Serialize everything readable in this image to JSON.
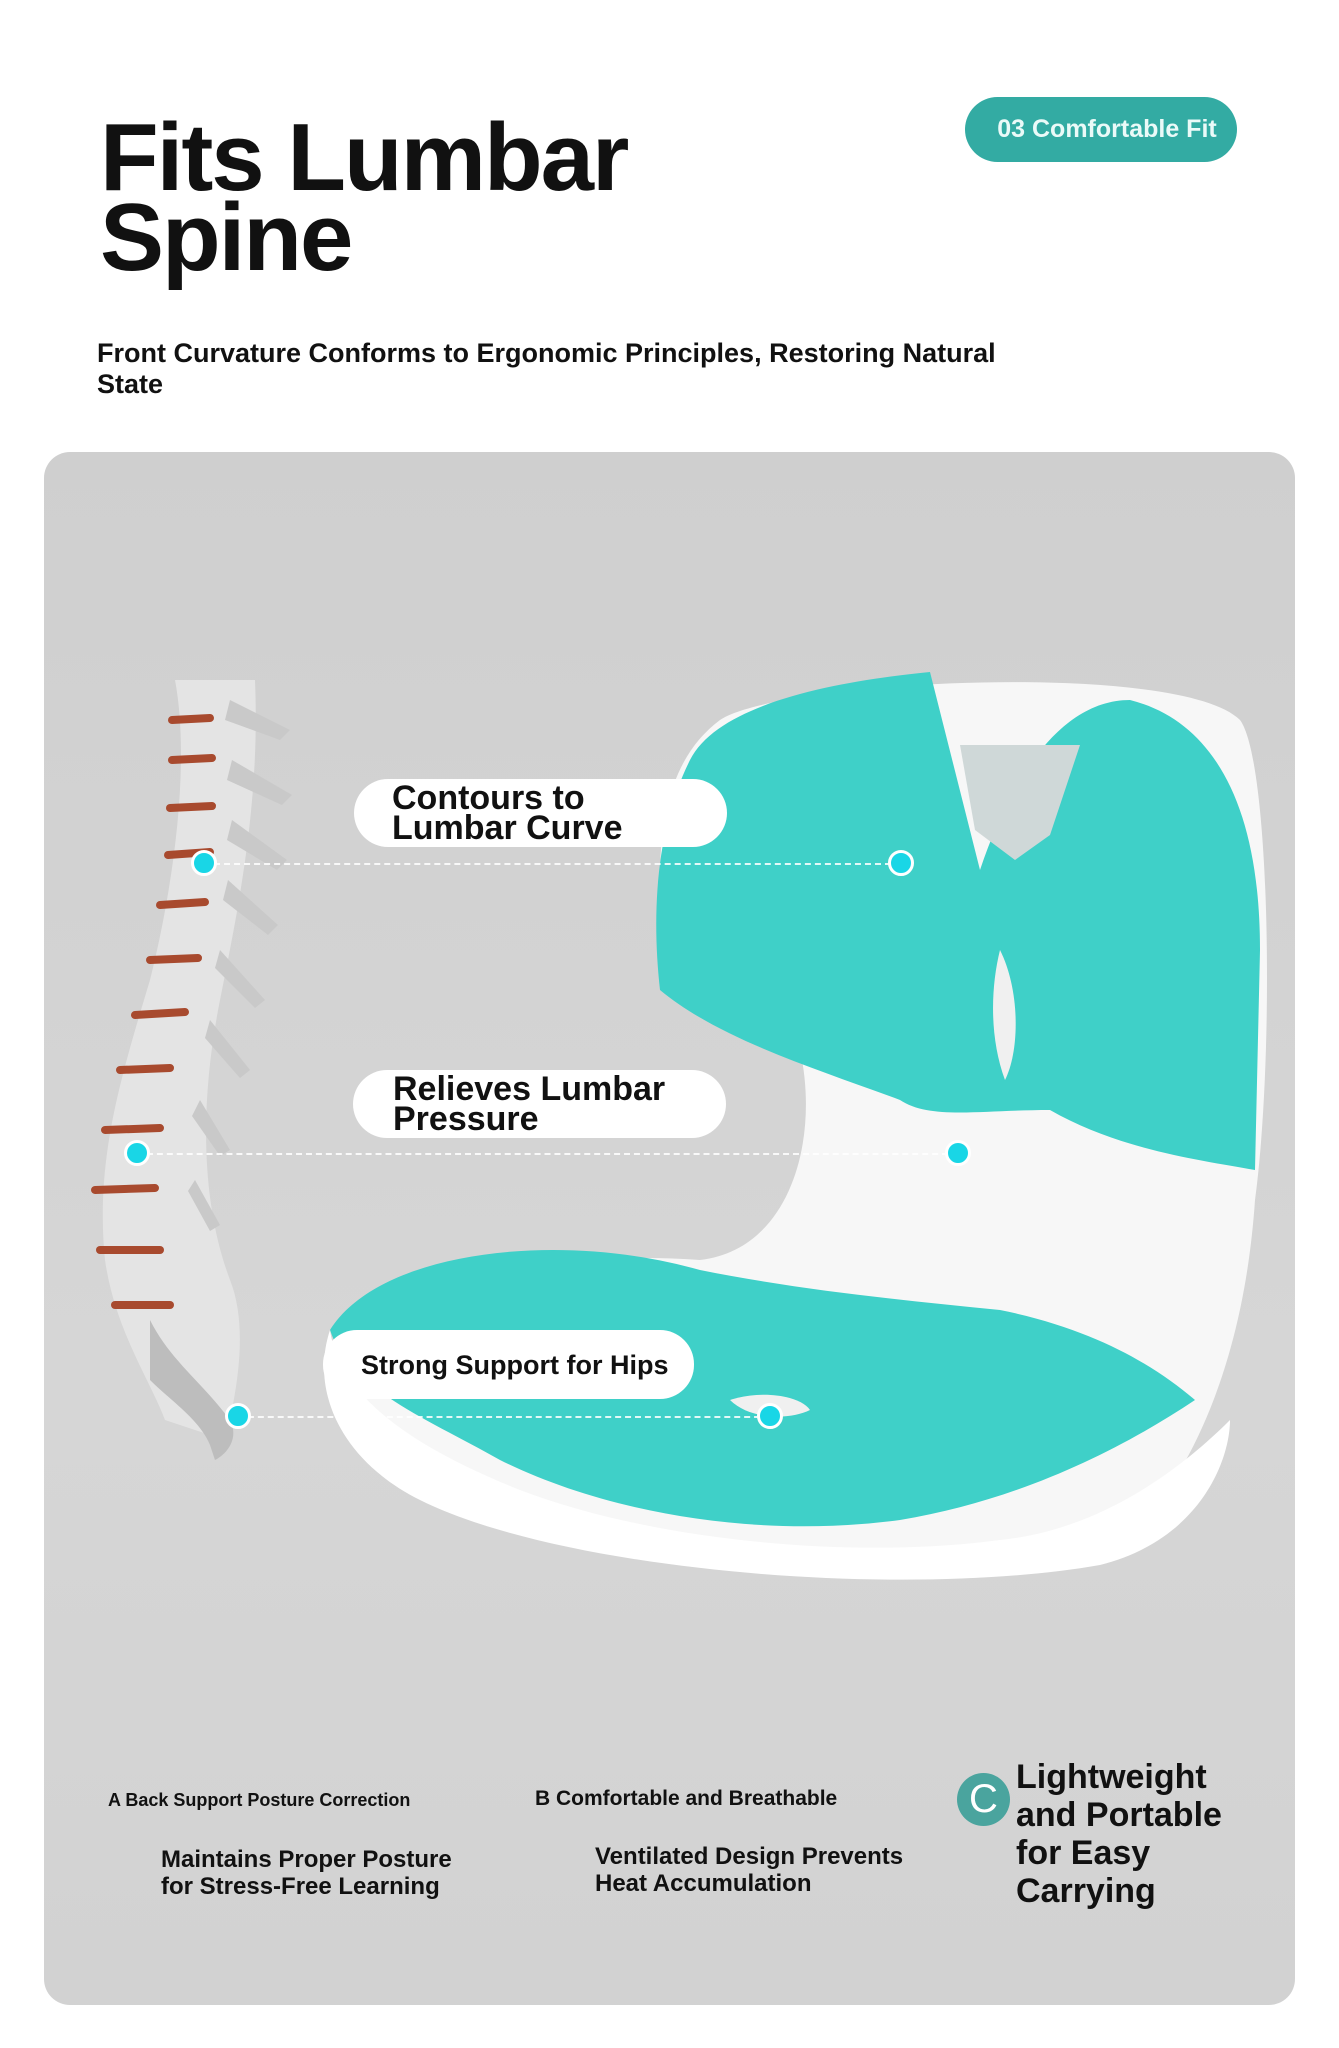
{
  "header": {
    "title_line1": "Fits Lumbar",
    "title_line2": "Spine",
    "subtitle": "Front Curvature Conforms to Ergonomic Principles, Restoring Natural State",
    "badge": "03 Comfortable Fit"
  },
  "callouts": [
    {
      "line1": "Contours to",
      "line2": "Lumbar Curve"
    },
    {
      "line1": "Relieves Lumbar",
      "line2": "Pressure"
    },
    {
      "line1": "Strong Support for Hips"
    }
  ],
  "features": {
    "a": {
      "heading": "A Back Support Posture Correction",
      "line1": "Maintains Proper Posture",
      "line2": "for Stress-Free Learning"
    },
    "b": {
      "heading": "B Comfortable and Breathable",
      "line1": "Ventilated Design Prevents",
      "line2": "Heat Accumulation"
    },
    "c": {
      "letter": "C",
      "lines": [
        "Lightweight",
        "and Portable",
        "for Easy",
        "Carrying"
      ]
    }
  },
  "colors": {
    "accent": "#33aba3",
    "dot": "#19d6e6",
    "cushion": "#3fd0c8"
  }
}
